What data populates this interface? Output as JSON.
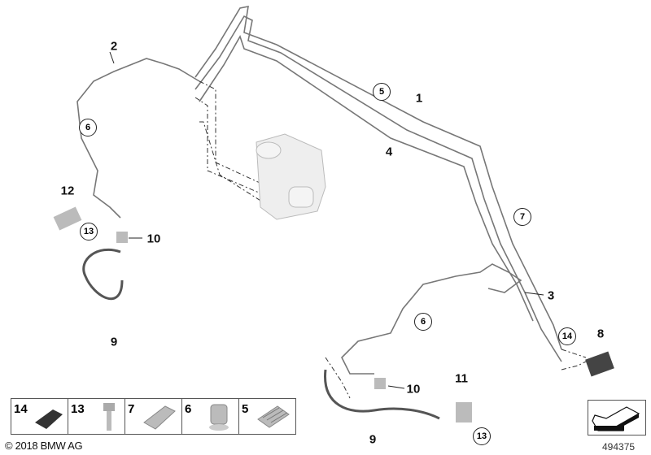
{
  "diagram": {
    "callouts": {
      "c1": "1",
      "c2": "2",
      "c3": "3",
      "c4": "4",
      "c5": "5",
      "c6a": "6",
      "c6b": "6",
      "c7": "7",
      "c8": "8",
      "c9a": "9",
      "c9b": "9",
      "c10a": "10",
      "c10b": "10",
      "c11": "11",
      "c12": "12",
      "c13a": "13",
      "c13b": "13",
      "c14": "14"
    },
    "legend": [
      {
        "number": "14",
        "part": "pad-icon"
      },
      {
        "number": "13",
        "part": "bolt-icon"
      },
      {
        "number": "7",
        "part": "clip-icon"
      },
      {
        "number": "6",
        "part": "holder-icon"
      },
      {
        "number": "5",
        "part": "grommet-icon"
      }
    ],
    "copyright": "© 2018 BMW AG",
    "diagram_id": "494375",
    "colors": {
      "pipe": "#6e6e6e",
      "part": "#c8c8c8",
      "dark_part": "#333333"
    }
  }
}
